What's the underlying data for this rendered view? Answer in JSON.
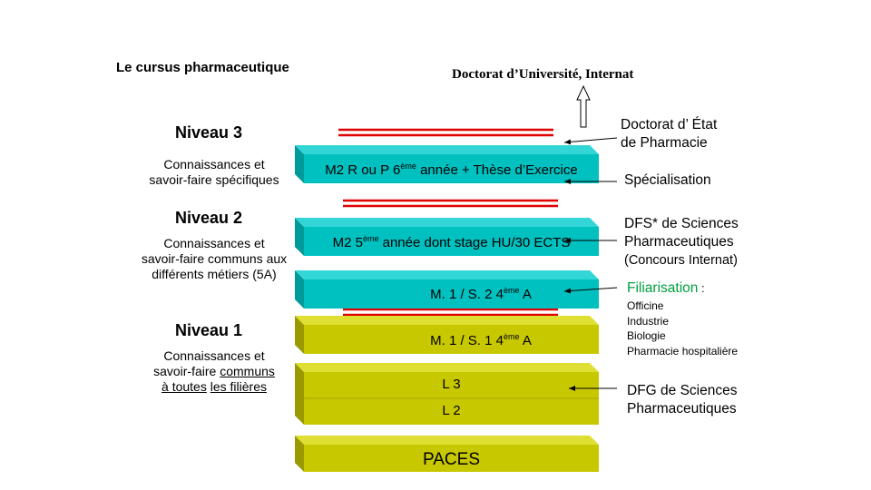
{
  "title": "Le cursus pharmaceutique",
  "top_label": "Doctorat d’Université, Internat",
  "levels": [
    {
      "name": "Niveau 3",
      "desc": [
        "Connaissances et",
        "savoir-faire spécifiques"
      ]
    },
    {
      "name": "Niveau 2",
      "desc": [
        "Connaissances et",
        "savoir-faire communs aux",
        "différents métiers (5A)"
      ]
    },
    {
      "name": "Niveau 1",
      "desc_prefix": "Connaissances et",
      "desc_line2_a": "savoir-faire ",
      "desc_line2_b": "communs",
      "desc_line3_a": "à toutes",
      "desc_line3_b": "les filières"
    }
  ],
  "slabs": {
    "m2_r": {
      "pre": "M2 R ou P  6",
      "sup": "ème",
      "post": " année  + Thèse d’Exercice"
    },
    "m2_5": {
      "pre": "M2 5",
      "sup": "ème",
      "post": " année dont stage HU/30 ECTS"
    },
    "m1_s2": {
      "pre": "M. 1 / S. 2      4",
      "sup": "ème",
      "post": " A"
    },
    "m1_s1": {
      "pre": "M. 1 / S. 1  4",
      "sup": "ème",
      "post": " A"
    },
    "l3": "L 3",
    "l2": "L 2",
    "paces": "PACES"
  },
  "right": {
    "doctorat": [
      "Doctorat d’ État",
      "de Pharmacie"
    ],
    "specialisation": "Spécialisation",
    "dfs": [
      "DFS* de Sciences",
      "Pharmaceutiques",
      "(Concours Internat)"
    ],
    "filiarisation": "Filiarisation",
    "filiarisation_colon": " :",
    "filieres": [
      "Officine",
      "Industrie",
      "Biologie",
      "Pharmacie hospitalière"
    ],
    "dfg": [
      "DFG de Sciences",
      "Pharmaceutiques"
    ]
  },
  "colors": {
    "teal": "#00c0c0",
    "teal_dark": "#009a9a",
    "teal_top": "#33d6d6",
    "olive": "#c8c800",
    "olive_dark": "#9a9a00",
    "olive_top": "#dede33",
    "red": "#e00000",
    "green": "#00a040"
  }
}
